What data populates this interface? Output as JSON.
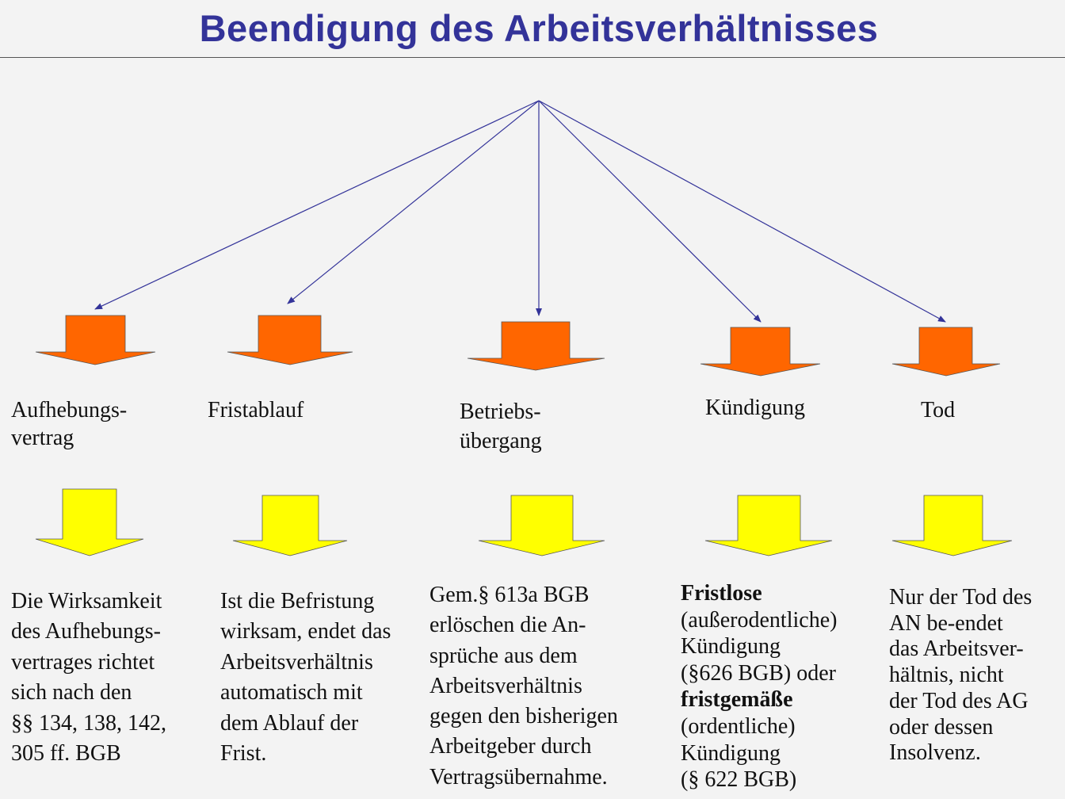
{
  "title": "Beendigung des Arbeitsverhältnisses",
  "colors": {
    "title": "#333399",
    "connector": "#333399",
    "upper_arrows": "#ff6600",
    "lower_arrows": "#ffff00"
  },
  "branches": [
    {
      "label_lines": [
        "Aufhebungs-",
        "vertrag"
      ],
      "description_lines": [
        "Die Wirksamkeit",
        "des Aufhebungs-",
        "vertrages richtet",
        "sich nach den",
        "§§ 134, 138, 142,",
        "305 ff. BGB"
      ]
    },
    {
      "label_lines": [
        "Fristablauf"
      ],
      "description_lines": [
        "Ist die Befristung",
        "wirksam, endet das",
        "Arbeitsverhältnis",
        "automatisch mit",
        "dem Ablauf der",
        "Frist."
      ]
    },
    {
      "label_lines": [
        "Betriebs-",
        "übergang"
      ],
      "description_lines": [
        "Gem.§ 613a BGB",
        "erlöschen die An-",
        "sprüche aus dem",
        "Arbeitsverhältnis",
        "gegen den bisherigen",
        "Arbeitgeber durch",
        "Vertragsübernahme."
      ]
    },
    {
      "label_lines": [
        "Kündigung"
      ],
      "description_lines": [
        "Fristlose",
        "(außerodentliche)",
        "Kündigung",
        "(§626 BGB) oder",
        "fristgemäße",
        "(ordentliche)",
        "Kündigung",
        "(§ 622 BGB)"
      ]
    },
    {
      "label_lines": [
        "Tod"
      ],
      "description_lines": [
        "Nur der Tod des",
        "AN be-endet",
        "das Arbeitsver-",
        "hältnis, nicht",
        "der Tod des AG",
        "oder dessen",
        "Insolvenz."
      ]
    }
  ]
}
